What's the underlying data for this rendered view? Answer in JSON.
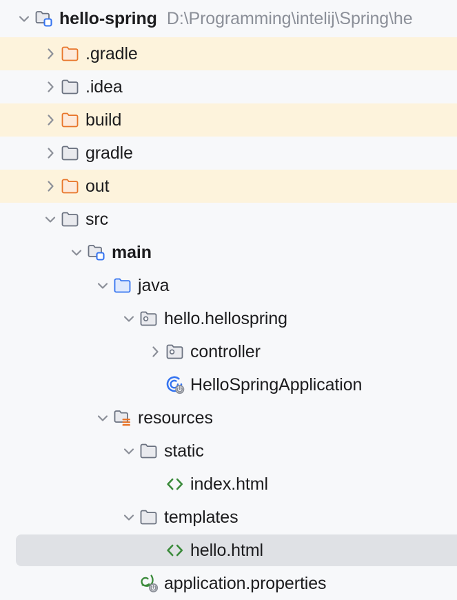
{
  "panel": {
    "name": "project-tool-window-tree",
    "background": "#f7f8fa",
    "selection_color": "#dfe1e5",
    "excluded_row_color": "#fdf3dc",
    "text_color": "#1c1c1e",
    "path_text_color": "#8b8f98",
    "accent_blue": "#3574f0",
    "accent_orange": "#e8752a",
    "accent_green": "#3a8a3a"
  },
  "nodes": [
    {
      "id": "hello-spring",
      "label": "hello-spring",
      "path": "D:\\Programming\\intelij\\Spring\\he",
      "icon": "module-folder-icon",
      "depth": 0,
      "arrow": "expanded",
      "bold": true,
      "excluded": false,
      "selected": false
    },
    {
      "id": "gradle-hidden",
      "label": ".gradle",
      "path": "",
      "icon": "folder-excluded-icon",
      "depth": 1,
      "arrow": "collapsed",
      "bold": false,
      "excluded": true,
      "selected": false
    },
    {
      "id": "idea",
      "label": ".idea",
      "path": "",
      "icon": "folder-icon",
      "depth": 1,
      "arrow": "collapsed",
      "bold": false,
      "excluded": false,
      "selected": false
    },
    {
      "id": "build",
      "label": "build",
      "path": "",
      "icon": "folder-excluded-icon",
      "depth": 1,
      "arrow": "collapsed",
      "bold": false,
      "excluded": true,
      "selected": false
    },
    {
      "id": "gradle",
      "label": "gradle",
      "path": "",
      "icon": "folder-icon",
      "depth": 1,
      "arrow": "collapsed",
      "bold": false,
      "excluded": false,
      "selected": false
    },
    {
      "id": "out",
      "label": "out",
      "path": "",
      "icon": "folder-excluded-icon",
      "depth": 1,
      "arrow": "collapsed",
      "bold": false,
      "excluded": true,
      "selected": false
    },
    {
      "id": "src",
      "label": "src",
      "path": "",
      "icon": "folder-icon",
      "depth": 1,
      "arrow": "expanded",
      "bold": false,
      "excluded": false,
      "selected": false
    },
    {
      "id": "main",
      "label": "main",
      "path": "",
      "icon": "module-folder-icon",
      "depth": 2,
      "arrow": "expanded",
      "bold": true,
      "excluded": false,
      "selected": false
    },
    {
      "id": "java",
      "label": "java",
      "path": "",
      "icon": "source-root-folder-icon",
      "depth": 3,
      "arrow": "expanded",
      "bold": false,
      "excluded": false,
      "selected": false
    },
    {
      "id": "hello-hellospring",
      "label": "hello.hellospring",
      "path": "",
      "icon": "package-icon",
      "depth": 4,
      "arrow": "expanded",
      "bold": false,
      "excluded": false,
      "selected": false
    },
    {
      "id": "controller",
      "label": "controller",
      "path": "",
      "icon": "package-icon",
      "depth": 5,
      "arrow": "collapsed",
      "bold": false,
      "excluded": false,
      "selected": false
    },
    {
      "id": "hellospringapplication",
      "label": "HelloSpringApplication",
      "path": "",
      "icon": "spring-boot-class-icon",
      "depth": 5,
      "arrow": "none",
      "bold": false,
      "excluded": false,
      "selected": false
    },
    {
      "id": "resources",
      "label": "resources",
      "path": "",
      "icon": "resources-root-folder-icon",
      "depth": 3,
      "arrow": "expanded",
      "bold": false,
      "excluded": false,
      "selected": false
    },
    {
      "id": "static",
      "label": "static",
      "path": "",
      "icon": "folder-icon",
      "depth": 4,
      "arrow": "expanded",
      "bold": false,
      "excluded": false,
      "selected": false
    },
    {
      "id": "index-html",
      "label": "index.html",
      "path": "",
      "icon": "html-file-icon",
      "depth": 5,
      "arrow": "none",
      "bold": false,
      "excluded": false,
      "selected": false
    },
    {
      "id": "templates",
      "label": "templates",
      "path": "",
      "icon": "folder-icon",
      "depth": 4,
      "arrow": "expanded",
      "bold": false,
      "excluded": false,
      "selected": false
    },
    {
      "id": "hello-html",
      "label": "hello.html",
      "path": "",
      "icon": "html-file-icon",
      "depth": 5,
      "arrow": "none",
      "bold": false,
      "excluded": false,
      "selected": true
    },
    {
      "id": "application-properties",
      "label": "application.properties",
      "path": "",
      "icon": "spring-properties-file-icon",
      "depth": 4,
      "arrow": "none",
      "bold": false,
      "excluded": false,
      "selected": false
    }
  ]
}
